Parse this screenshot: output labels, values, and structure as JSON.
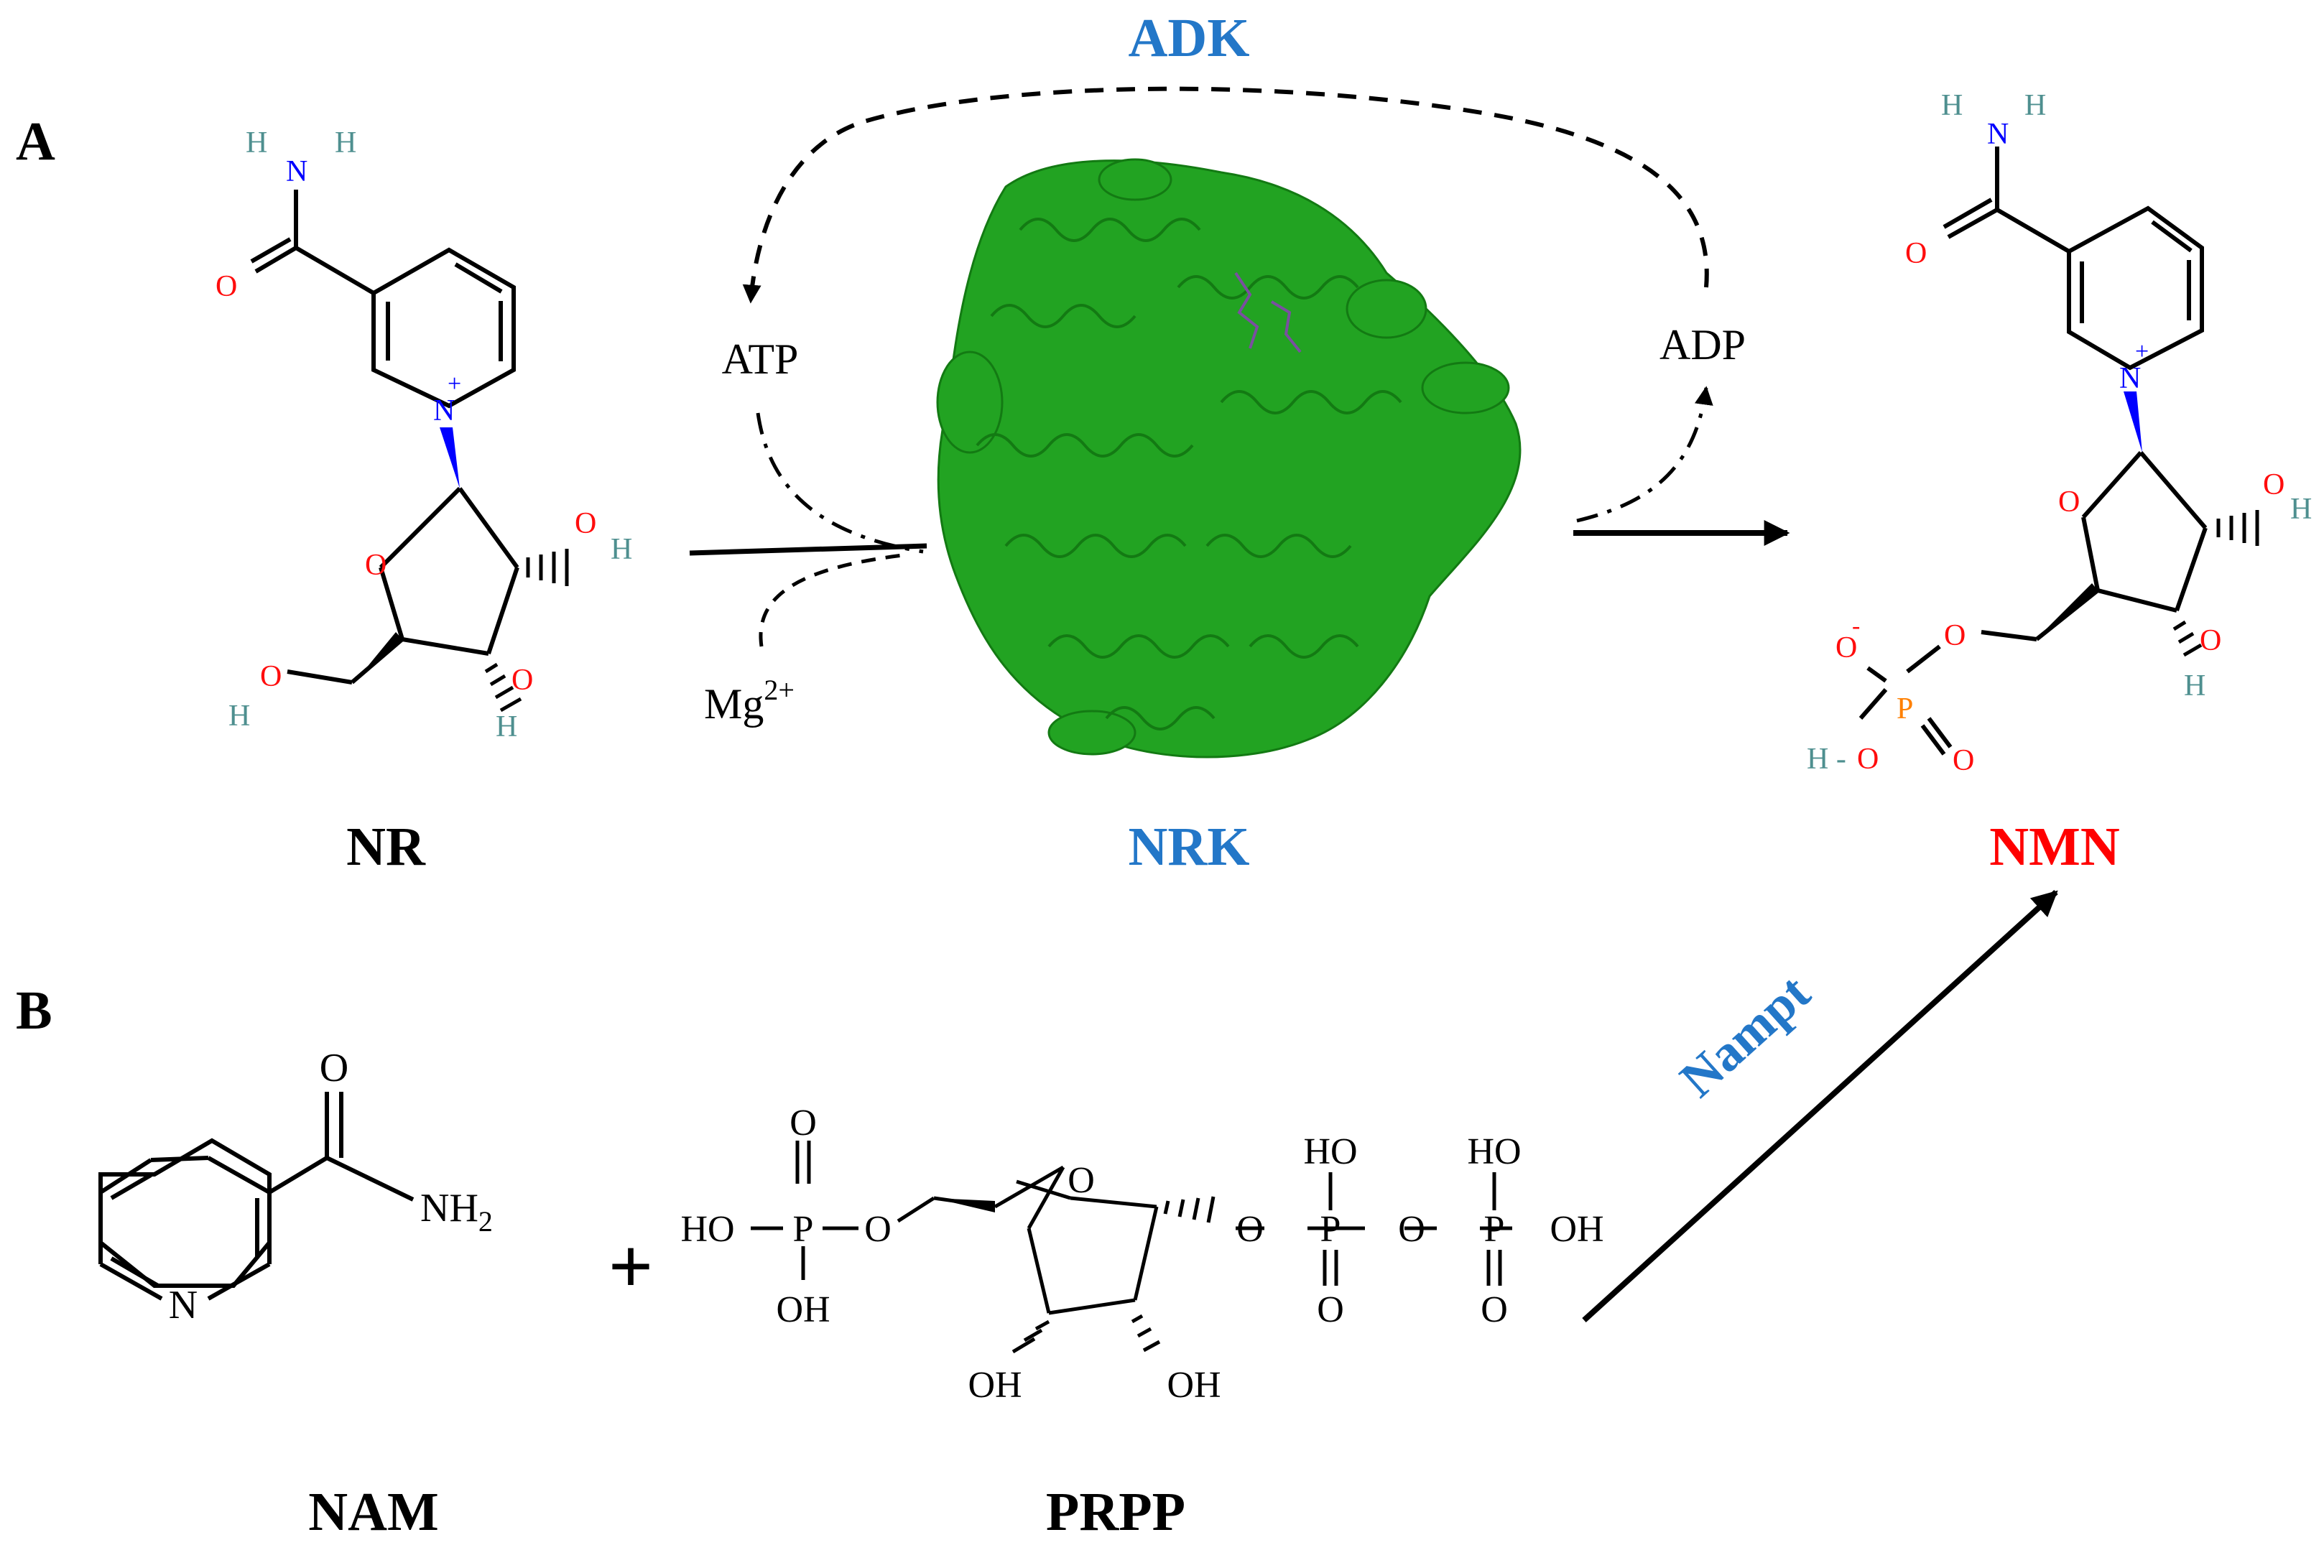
{
  "panels": {
    "a": {
      "letter": "A"
    },
    "b": {
      "letter": "B"
    }
  },
  "enzymes": {
    "adk": "ADK",
    "nrk": "NRK",
    "nampt": "Nampt"
  },
  "cofactors": {
    "atp": "ATP",
    "adp": "ADP",
    "mg_base": "Mg",
    "mg_charge": "2+"
  },
  "compounds": {
    "nr": "NR",
    "nmn": "NMN",
    "nam": "NAM",
    "prpp": "PRPP"
  },
  "operators": {
    "plus": "+"
  },
  "atom_labels": {
    "h": "H",
    "n": "N",
    "o": "O",
    "p": "P",
    "plus": "+",
    "minus": "-",
    "h_dash": "H -",
    "oh": "OH",
    "ho": "HO",
    "nh2_base": "NH",
    "nh2_sub": "2"
  },
  "colors": {
    "enzyme_blue": "#2377C8",
    "product_red": "#FF0000",
    "protein_green": "#22A322",
    "nitrogen_blue": "#0000FF",
    "oxygen_red": "#FF0D0D",
    "hydrogen_teal": "#4E8F8F",
    "phosphorus_orange": "#FF8000"
  },
  "icons": {
    "protein": "nrk-protein-ribbon-structure"
  }
}
